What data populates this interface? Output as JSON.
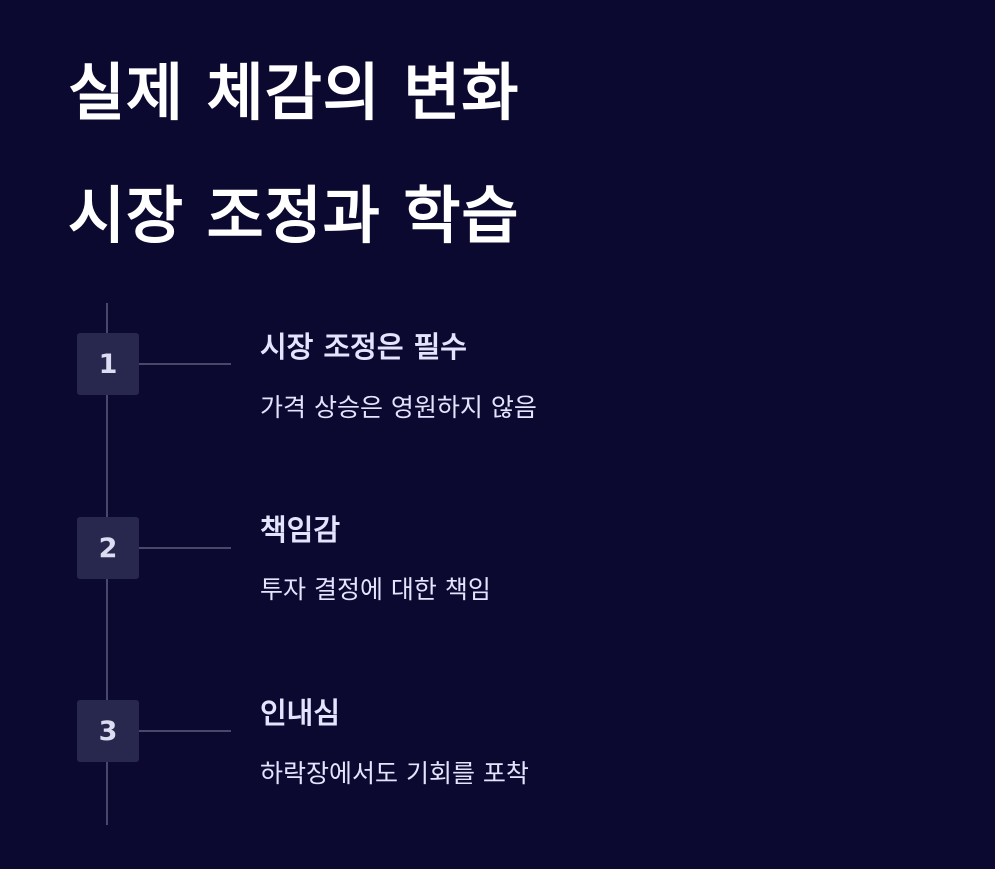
{
  "title": {
    "line1": "실제 체감의 변화",
    "line2": "시장 조정과 학습"
  },
  "steps": [
    {
      "number": "1",
      "heading": "시장 조정은 필수",
      "description": "가격 상승은 영원하지 않음"
    },
    {
      "number": "2",
      "heading": "책임감",
      "description": "투자 결정에 대한 책임"
    },
    {
      "number": "3",
      "heading": "인내심",
      "description": "하락장에서도 기회를 포착"
    }
  ],
  "colors": {
    "background": "#0b0930",
    "title": "#ffffff",
    "text": "#e4e4ff",
    "step_box": "#28284f",
    "line": "#4a4868"
  }
}
